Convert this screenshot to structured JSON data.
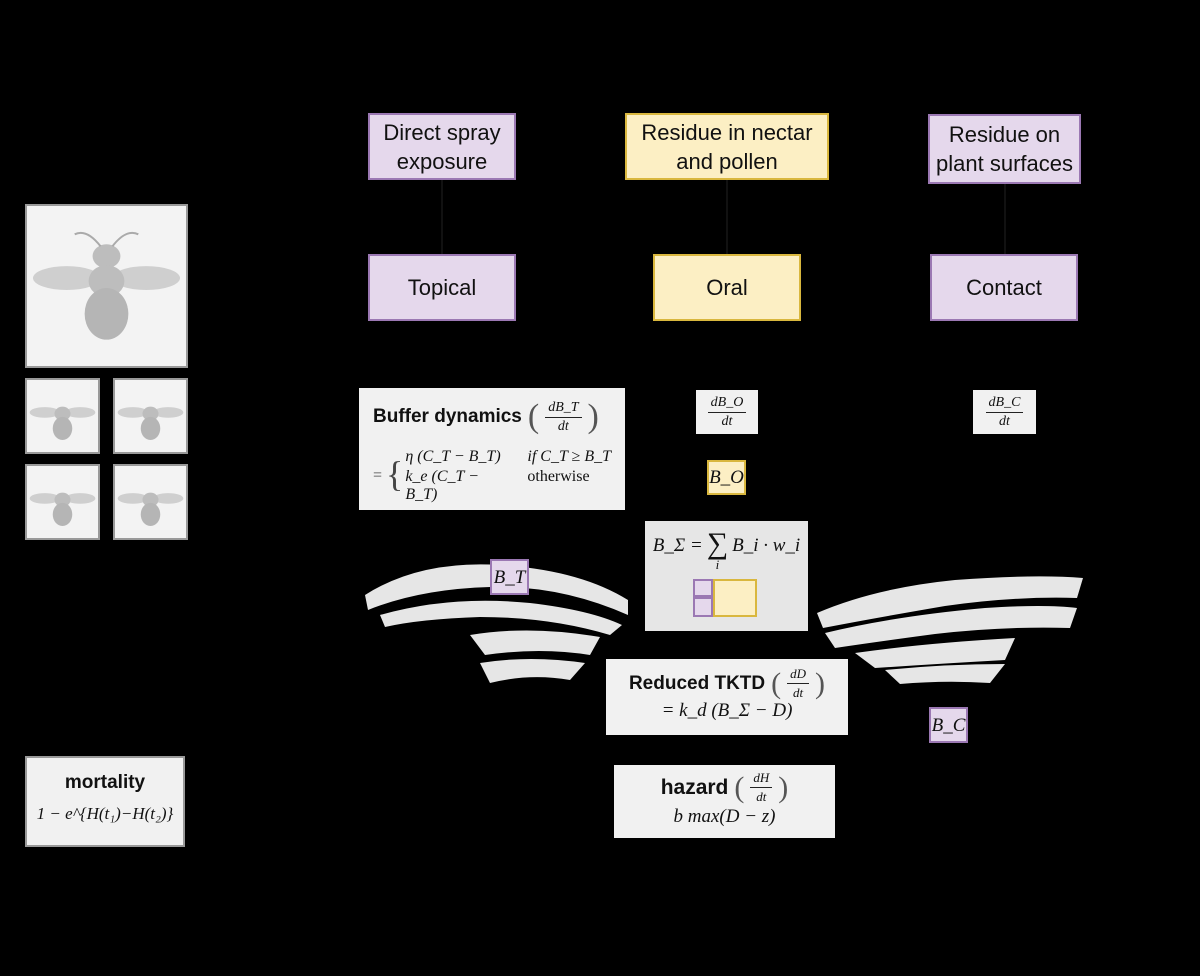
{
  "routes": {
    "spray": "Direct spray exposure",
    "nectar": "Residue in nectar and pollen",
    "surfaces": "Residue on plant surfaces"
  },
  "pathways": {
    "topical": "Topical",
    "oral": "Oral",
    "contact": "Contact"
  },
  "buffer": {
    "title": "Buffer dynamics",
    "frac_num": "dB_T",
    "frac_den": "dt",
    "eq_sign": "=",
    "case1": "η (C_T − B_T)",
    "cond1": "if C_T ≥ B_T",
    "case2": "k_e (C_T − B_T)",
    "cond2": "otherwise"
  },
  "oral_rate": {
    "num": "dB_O",
    "den": "dt"
  },
  "contact_rate": {
    "num": "dB_C",
    "den": "dt"
  },
  "labels": {
    "bo": "B_O",
    "bt": "B_T",
    "bc": "B_C"
  },
  "sum": {
    "lhs": "B_Σ =",
    "sigma": "∑",
    "sub": "i",
    "rhs": "B_i · w_i"
  },
  "tktd": {
    "title": "Reduced TKTD",
    "frac_num": "dD",
    "frac_den": "dt",
    "eq": "= k_d (B_Σ − D)"
  },
  "hazard": {
    "title": "hazard",
    "frac_num": "dH",
    "frac_den": "dt",
    "eq": "b max(D − z)"
  },
  "mortality": {
    "title": "mortality",
    "eq": "1 − e^{H(t₁)−H(t₂)}"
  },
  "colors": {
    "purple_fill": "#e5d8ec",
    "purple_border": "#9b78b3",
    "yellow_fill": "#fcefc4",
    "yellow_border": "#d9b73e"
  }
}
